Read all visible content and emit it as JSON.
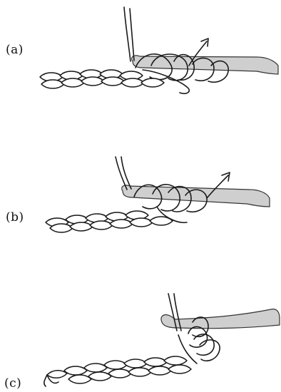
{
  "figure": {
    "panels": [
      {
        "id": "a",
        "label": "(a)"
      },
      {
        "id": "b",
        "label": "(b)"
      },
      {
        "id": "c",
        "label": "(c)"
      }
    ]
  },
  "icons": [
    "crochet-hook-icon",
    "yarn-chain-icon",
    "direction-arrow-icon"
  ]
}
